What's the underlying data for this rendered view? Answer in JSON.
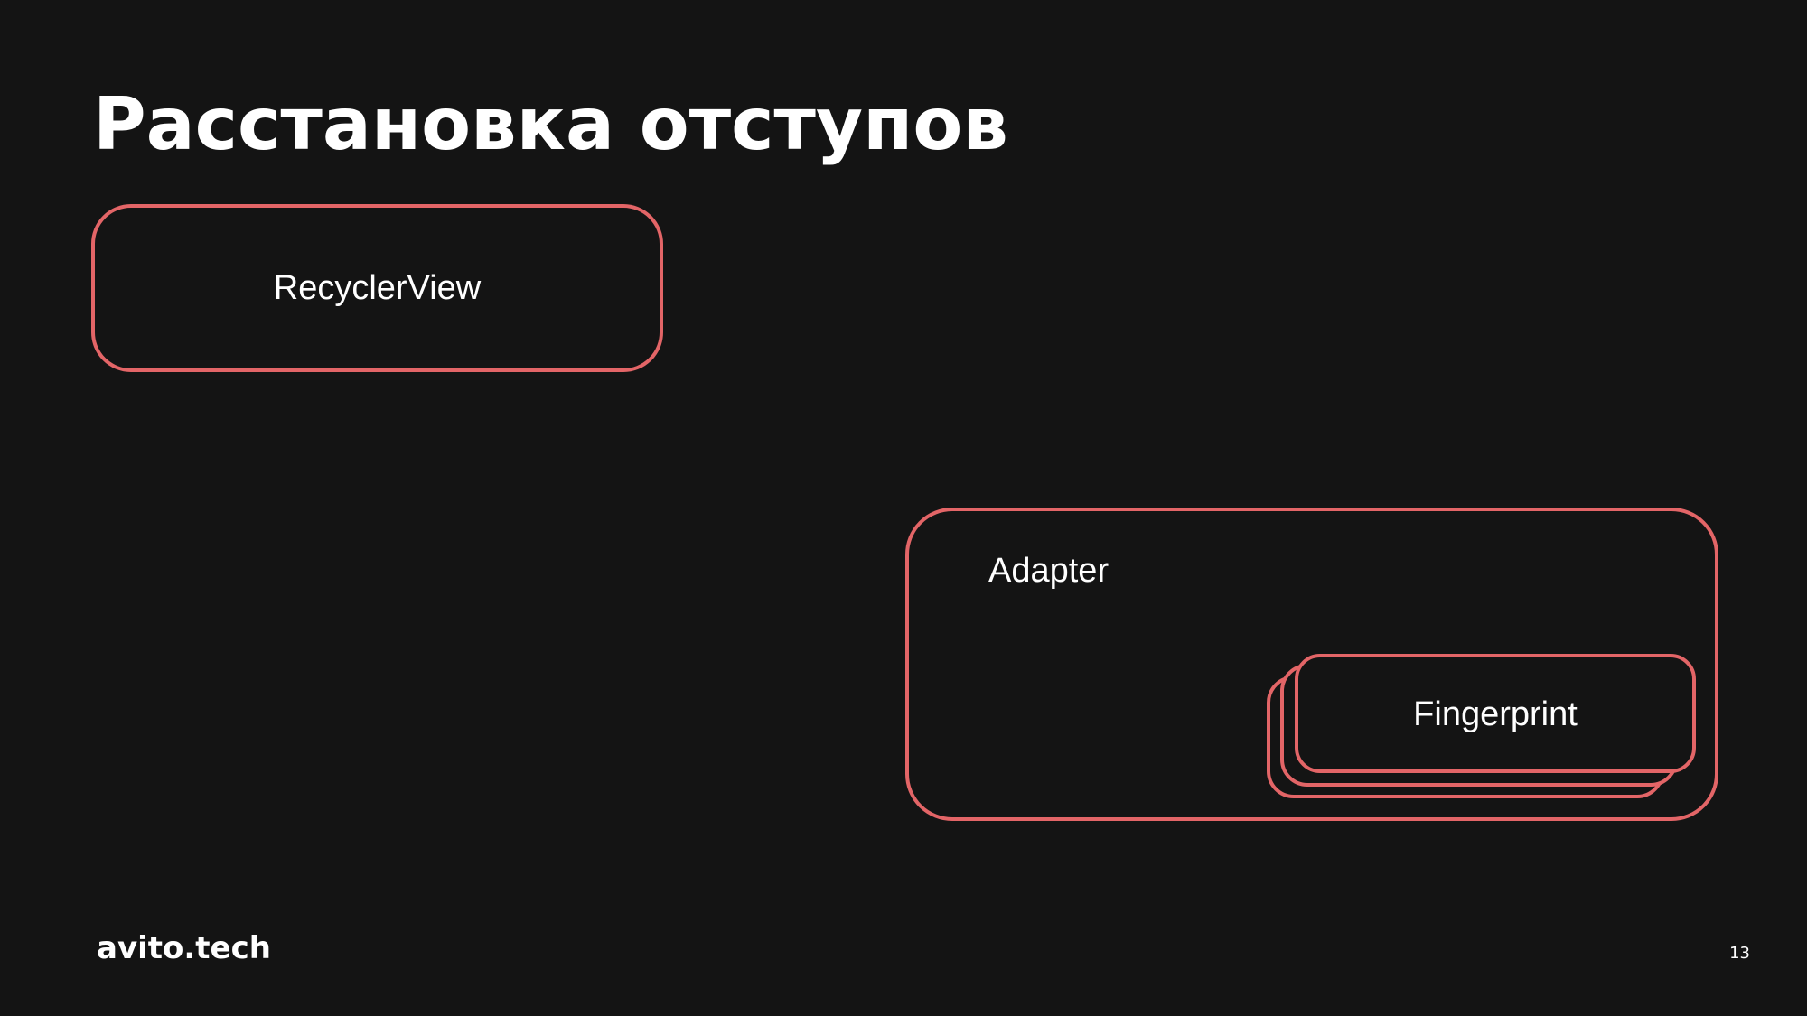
{
  "slide": {
    "title": "Расстановка отступов",
    "page_number": "13"
  },
  "diagram": {
    "recycler_view_label": "RecyclerView",
    "adapter_label": "Adapter",
    "fingerprint_label": "Fingerprint",
    "outline_color": "#e36567",
    "background_color": "#141414"
  },
  "footer": {
    "logo_text": "avito.tech"
  }
}
